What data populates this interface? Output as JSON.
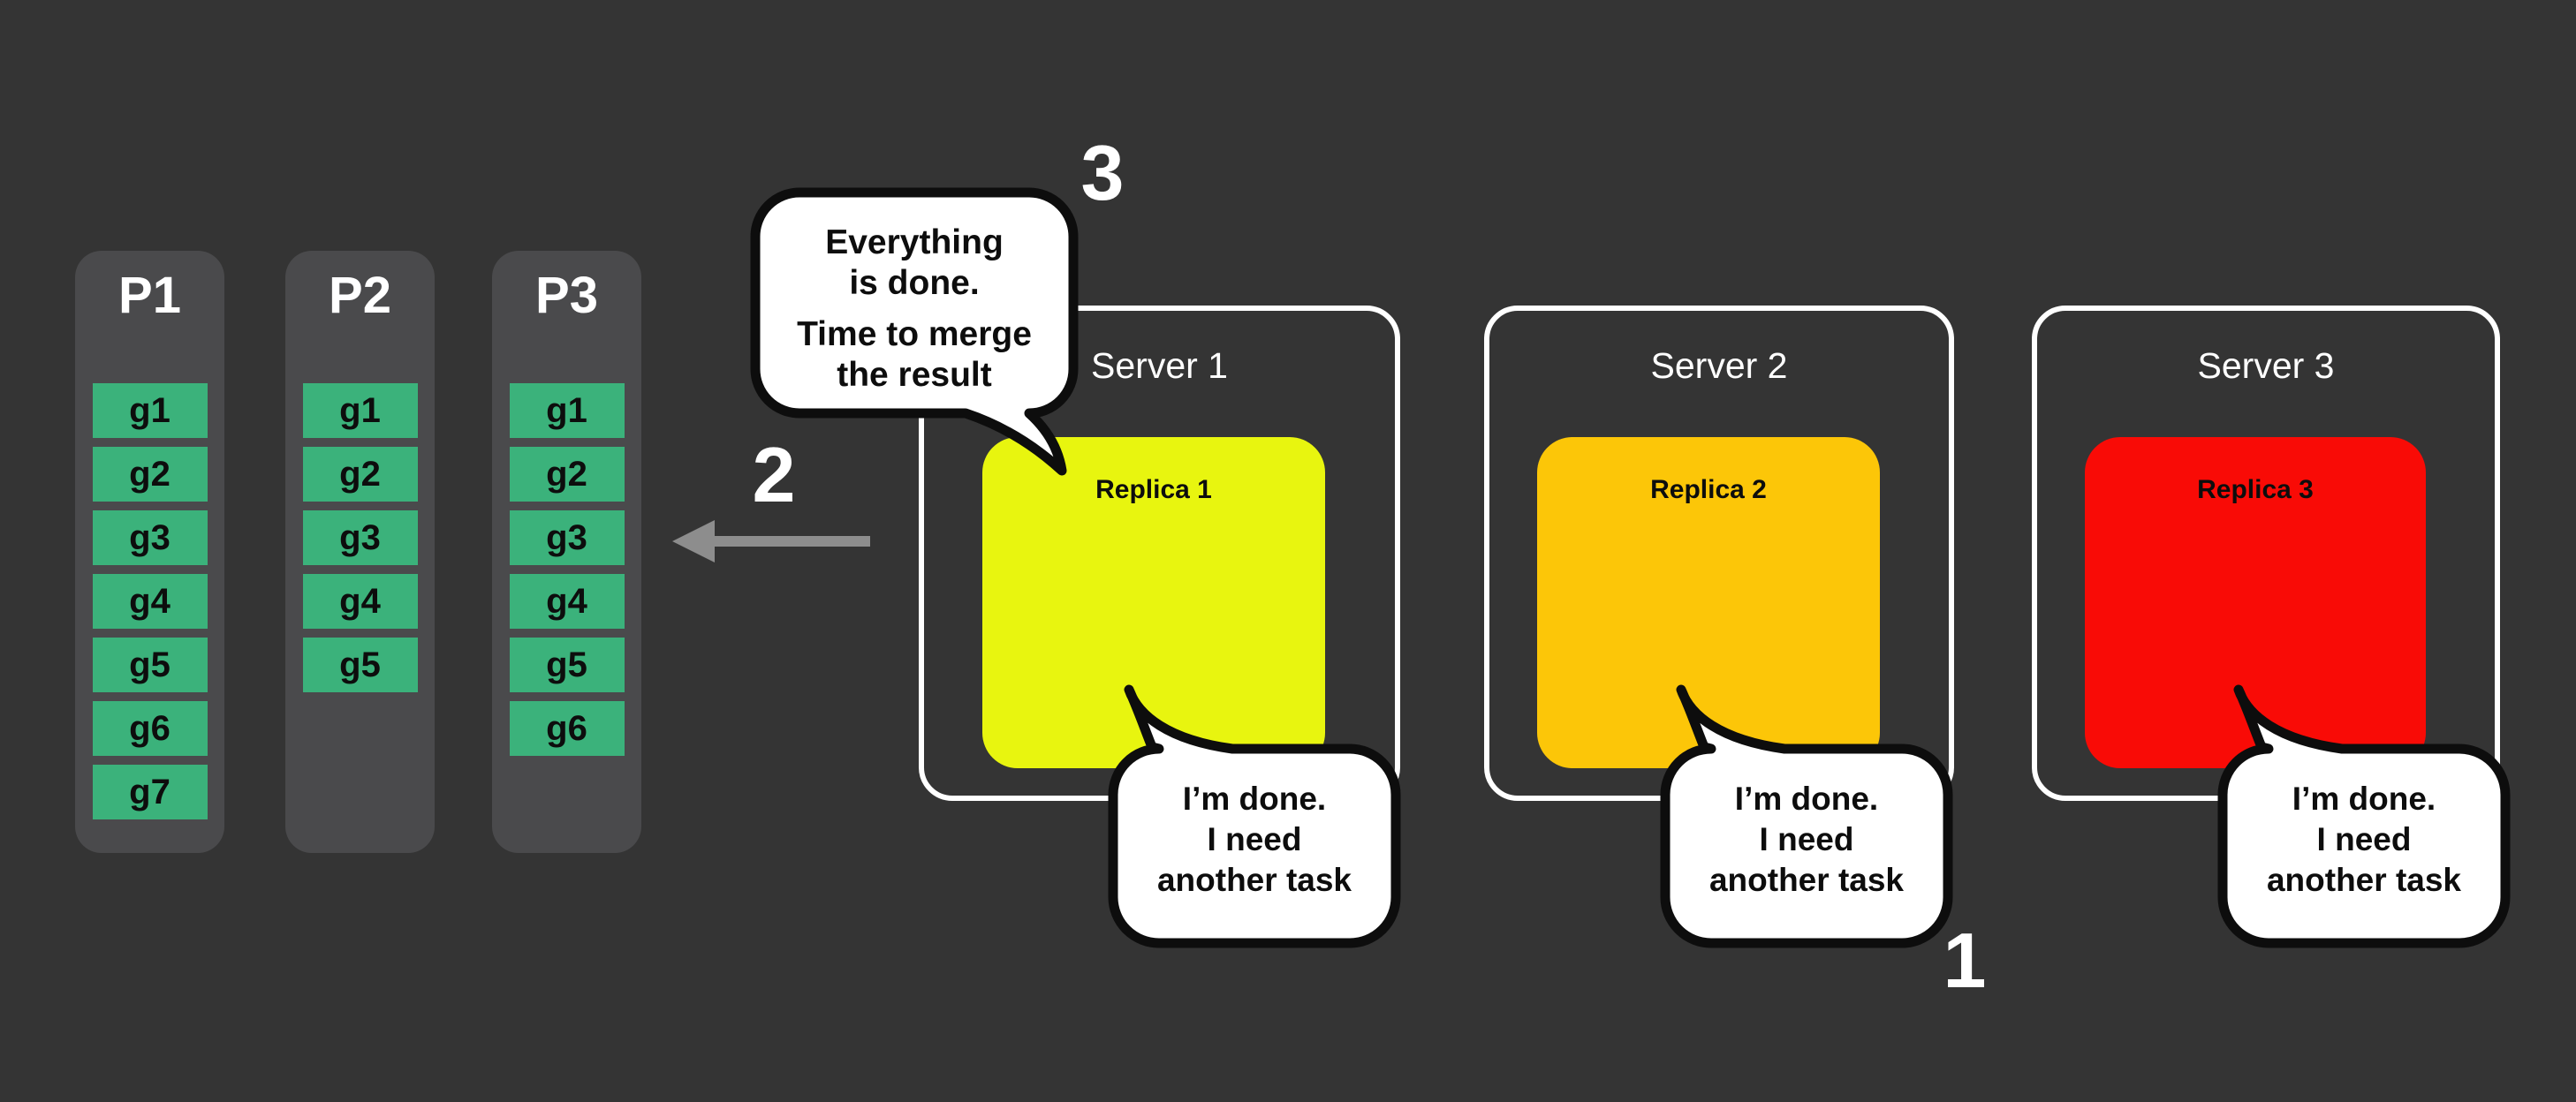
{
  "colors": {
    "background": "#343434",
    "panel": "#4a4a4c",
    "chip": "#3bb27b",
    "arrow": "#8d8d8d",
    "ink": "#0d0d0d",
    "bubble_fill": "#ffffff",
    "replica1": "#e8f50f",
    "replica2": "#fcc608",
    "replica3": "#f90b06"
  },
  "partitions": [
    {
      "label": "P1",
      "chips": [
        "g1",
        "g2",
        "g3",
        "g4",
        "g5",
        "g6",
        "g7"
      ]
    },
    {
      "label": "P2",
      "chips": [
        "g1",
        "g2",
        "g3",
        "g4",
        "g5"
      ]
    },
    {
      "label": "P3",
      "chips": [
        "g1",
        "g2",
        "g3",
        "g4",
        "g5",
        "g6"
      ]
    }
  ],
  "steps": {
    "step1": "1",
    "step2": "2",
    "step3": "3"
  },
  "merge_bubble": {
    "lines": [
      "Everything",
      "is done.",
      "Time to merge",
      "the result"
    ]
  },
  "servers": [
    {
      "title": "Server 1",
      "replica_label": "Replica 1",
      "color": "#e8f50f",
      "bubble": [
        "I’m done.",
        "I need",
        "another task"
      ]
    },
    {
      "title": "Server 2",
      "replica_label": "Replica 2",
      "color": "#fcc608",
      "bubble": [
        "I’m done.",
        "I need",
        "another task"
      ]
    },
    {
      "title": "Server 3",
      "replica_label": "Replica 3",
      "color": "#f90b06",
      "bubble": [
        "I’m done.",
        "I need",
        "another task"
      ]
    }
  ]
}
